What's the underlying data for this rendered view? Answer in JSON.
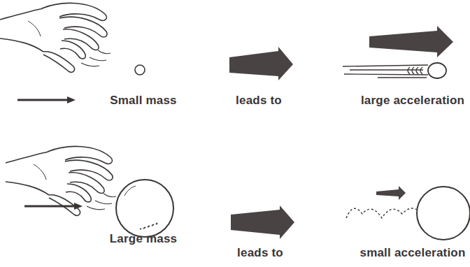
{
  "diagram": {
    "labels": [
      "Small mass",
      "leads to",
      "large acceleration",
      "Large mass",
      "leads to",
      "small acceleration"
    ]
  }
}
